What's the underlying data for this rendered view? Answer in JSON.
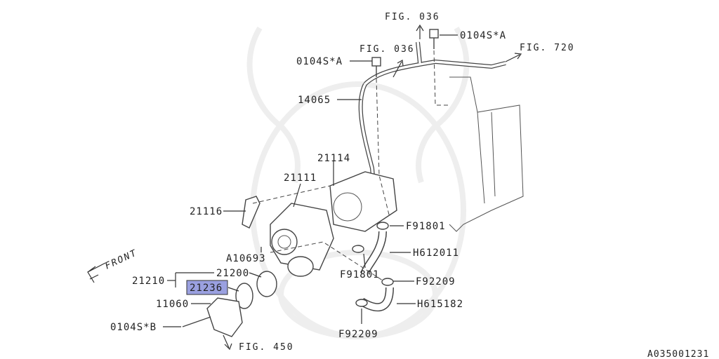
{
  "labels": {
    "fig036_top": "FIG. 036",
    "p0104sa_top": "0104S*A",
    "fig720": "FIG. 720",
    "fig036_mid": "FIG. 036",
    "p0104sa_mid": "0104S*A",
    "p14065": "14065",
    "p21114": "21114",
    "p21111": "21111",
    "p21116": "21116",
    "f91801_a": "F91801",
    "h612011": "H612011",
    "a10693": "A10693",
    "front": "FRONT",
    "p21200": "21200",
    "p21210": "21210",
    "p21236": "21236",
    "f91801_b": "F91801",
    "f92209_a": "F92209",
    "p11060": "11060",
    "h615182": "H615182",
    "p0104sb": "0104S*B",
    "f92209_b": "F92209",
    "fig450": "FIG. 450",
    "code": "A035001231"
  },
  "colors": {
    "highlight": "#9aa0e0",
    "line": "#333333"
  }
}
